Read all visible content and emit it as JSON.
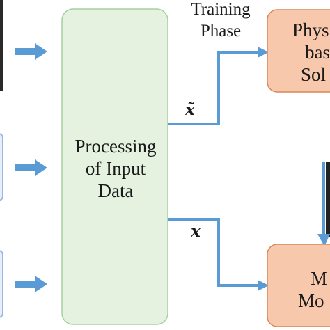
{
  "phase_label": [
    "Training",
    "Phase"
  ],
  "processing_block": {
    "lines": [
      "Processing",
      "of Input",
      "Data"
    ]
  },
  "solver_block": {
    "lines": [
      "Phys",
      "bas",
      "Sol"
    ]
  },
  "model_block": {
    "lines": [
      "M",
      "Mo"
    ]
  },
  "edge_labels": {
    "upper": "x̃",
    "lower": "x"
  },
  "colors": {
    "processing_fill": "#e4f2df",
    "processing_stroke": "#a6cfa0",
    "peach_fill": "#f7c8ac",
    "peach_stroke": "#d8875a",
    "arrow": "#5b9bd5",
    "input_fill": "#e6eefa",
    "input_stroke": "#9ab8e2",
    "dark_edge": "#222222"
  }
}
